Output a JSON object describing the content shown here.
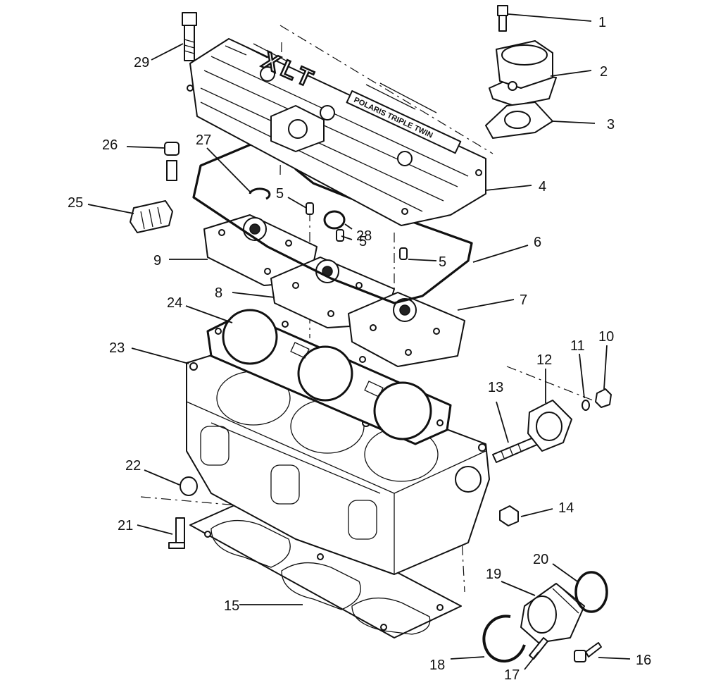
{
  "diagram": {
    "cover_logo": "XLT",
    "cover_plate_text": "POLARIS TRIPLE TWIN",
    "callouts": [
      {
        "id": "1",
        "label": "1"
      },
      {
        "id": "2",
        "label": "2"
      },
      {
        "id": "3",
        "label": "3"
      },
      {
        "id": "4",
        "label": "4"
      },
      {
        "id": "5a",
        "label": "5"
      },
      {
        "id": "5b",
        "label": "5"
      },
      {
        "id": "5c",
        "label": "5"
      },
      {
        "id": "6",
        "label": "6"
      },
      {
        "id": "7",
        "label": "7"
      },
      {
        "id": "8",
        "label": "8"
      },
      {
        "id": "9",
        "label": "9"
      },
      {
        "id": "10",
        "label": "10"
      },
      {
        "id": "11",
        "label": "11"
      },
      {
        "id": "12",
        "label": "12"
      },
      {
        "id": "13",
        "label": "13"
      },
      {
        "id": "14",
        "label": "14"
      },
      {
        "id": "15",
        "label": "15"
      },
      {
        "id": "16",
        "label": "16"
      },
      {
        "id": "17",
        "label": "17"
      },
      {
        "id": "18",
        "label": "18"
      },
      {
        "id": "19",
        "label": "19"
      },
      {
        "id": "20",
        "label": "20"
      },
      {
        "id": "21",
        "label": "21"
      },
      {
        "id": "22",
        "label": "22"
      },
      {
        "id": "23",
        "label": "23"
      },
      {
        "id": "24",
        "label": "24"
      },
      {
        "id": "25",
        "label": "25"
      },
      {
        "id": "26",
        "label": "26"
      },
      {
        "id": "27",
        "label": "27"
      },
      {
        "id": "28",
        "label": "28"
      },
      {
        "id": "29",
        "label": "29"
      }
    ]
  }
}
